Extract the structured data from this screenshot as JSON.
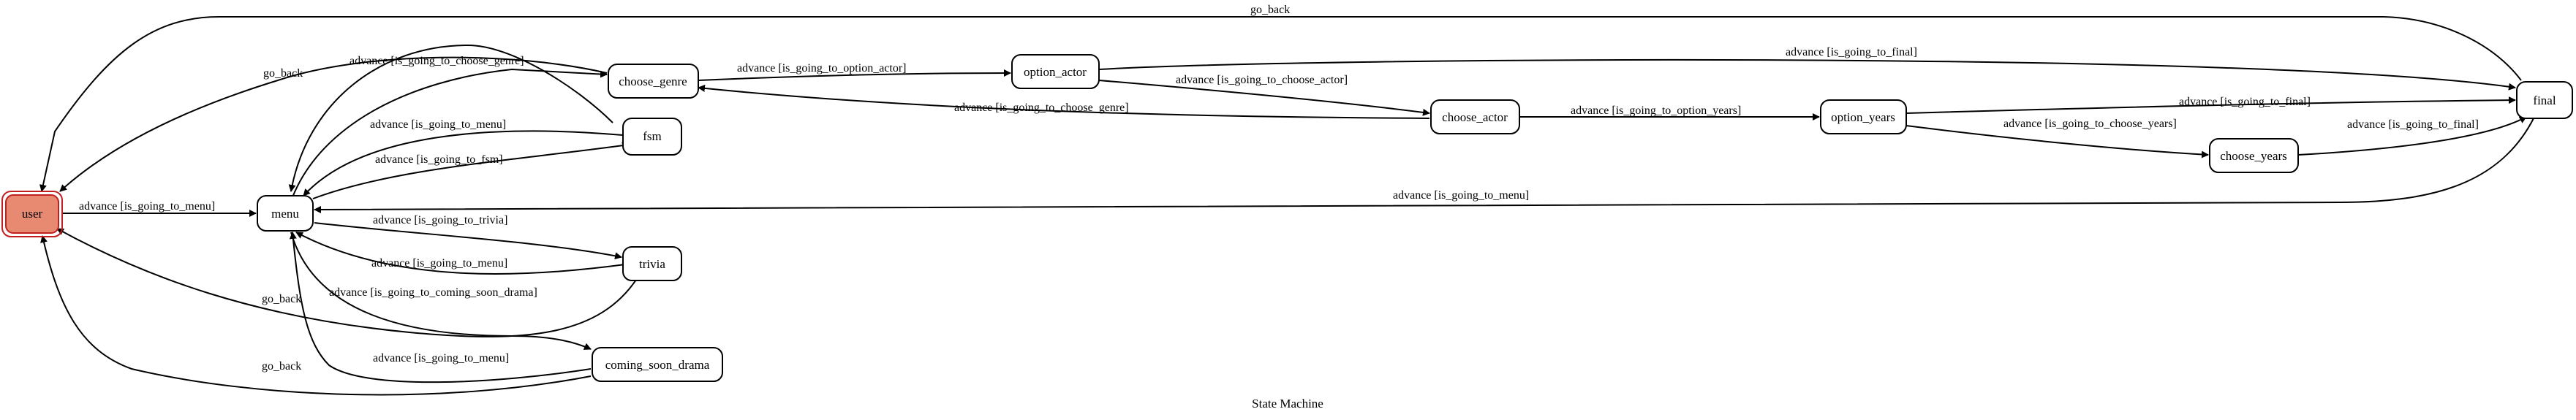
{
  "title": "State Machine",
  "nodes": {
    "user": "user",
    "menu": "menu",
    "choose_genre": "choose_genre",
    "option_actor": "option_actor",
    "choose_actor": "choose_actor",
    "option_years": "option_years",
    "choose_years": "choose_years",
    "final": "final",
    "fsm": "fsm",
    "trivia": "trivia",
    "coming_soon_drama": "coming_soon_drama"
  },
  "edges": {
    "final_user": "go_back",
    "genre_user": "go_back",
    "menu_genre": "advance [is_going_to_choose_genre]",
    "genre_optactor": "advance [is_going_to_option_actor]",
    "optactor_final": "advance [is_going_to_final]",
    "optactor_chactor": "advance [is_going_to_choose_actor]",
    "chactor_genre": "advance [is_going_to_choose_genre]",
    "chactor_optyears": "advance [is_going_to_option_years]",
    "optyears_final": "advance [is_going_to_final]",
    "optyears_chyears": "advance [is_going_to_choose_years]",
    "chyears_final": "advance [is_going_to_final]",
    "final_menu": "advance [is_going_to_menu]",
    "user_menu": "advance [is_going_to_menu]",
    "fsm_menu": "advance [is_going_to_menu]",
    "menu_fsm": "advance [is_going_to_fsm]",
    "menu_trivia": "advance [is_going_to_trivia]",
    "trivia_menu": "advance [is_going_to_menu]",
    "trivia_user": "go_back",
    "menu_csd": "advance [is_going_to_coming_soon_drama]",
    "csd_menu": "advance [is_going_to_menu]",
    "csd_user": "go_back"
  },
  "colors": {
    "initial_fill": "#e88a72",
    "initial_stroke": "#c02020",
    "line": "#000000"
  }
}
